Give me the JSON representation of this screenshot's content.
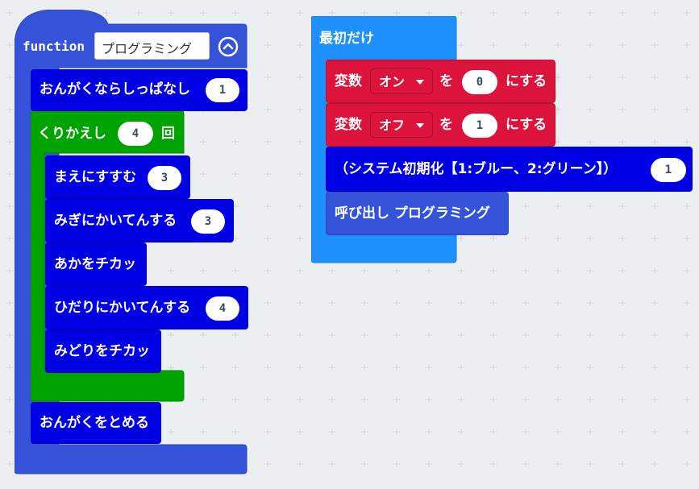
{
  "function_block": {
    "keyword": "function",
    "name": "プログラミング",
    "collapse_icon": "chevron-up-circle-icon",
    "color": "#3453d9"
  },
  "function_body": {
    "music_forever": {
      "label": "おんがくならしっぱなし",
      "value": "1"
    },
    "repeat": {
      "label": "くりかえし",
      "count": "4",
      "suffix": "回",
      "color": "#00a400"
    },
    "repeat_body": [
      {
        "label": "まえにすすむ",
        "value": "3"
      },
      {
        "label": "みぎにかいてんする",
        "value": "3"
      },
      {
        "label": "あかをチカッ"
      },
      {
        "label": "ひだりにかいてんする",
        "value": "4"
      },
      {
        "label": "みどりをチカッ"
      }
    ],
    "stop_music": {
      "label": "おんがくをとめる"
    }
  },
  "on_start": {
    "label": "最初だけ",
    "color": "#1e90ff",
    "blocks": [
      {
        "prefix": "変数",
        "variable": "オン",
        "middle": "を",
        "value": "0",
        "suffix": "にする"
      },
      {
        "prefix": "変数",
        "variable": "オフ",
        "middle": "を",
        "value": "1",
        "suffix": "にする"
      }
    ],
    "init": {
      "label": "（システム初期化【1:ブルー、2:グリーン】）",
      "value": "1"
    },
    "call": {
      "label": "呼び出し プログラミング"
    }
  },
  "colors": {
    "workspace": "#eceff2",
    "function": "#3453d9",
    "command": "#0000e5",
    "loop": "#00a400",
    "variables": "#dc143c",
    "on_start": "#1e90ff",
    "call": "#3453d9"
  }
}
